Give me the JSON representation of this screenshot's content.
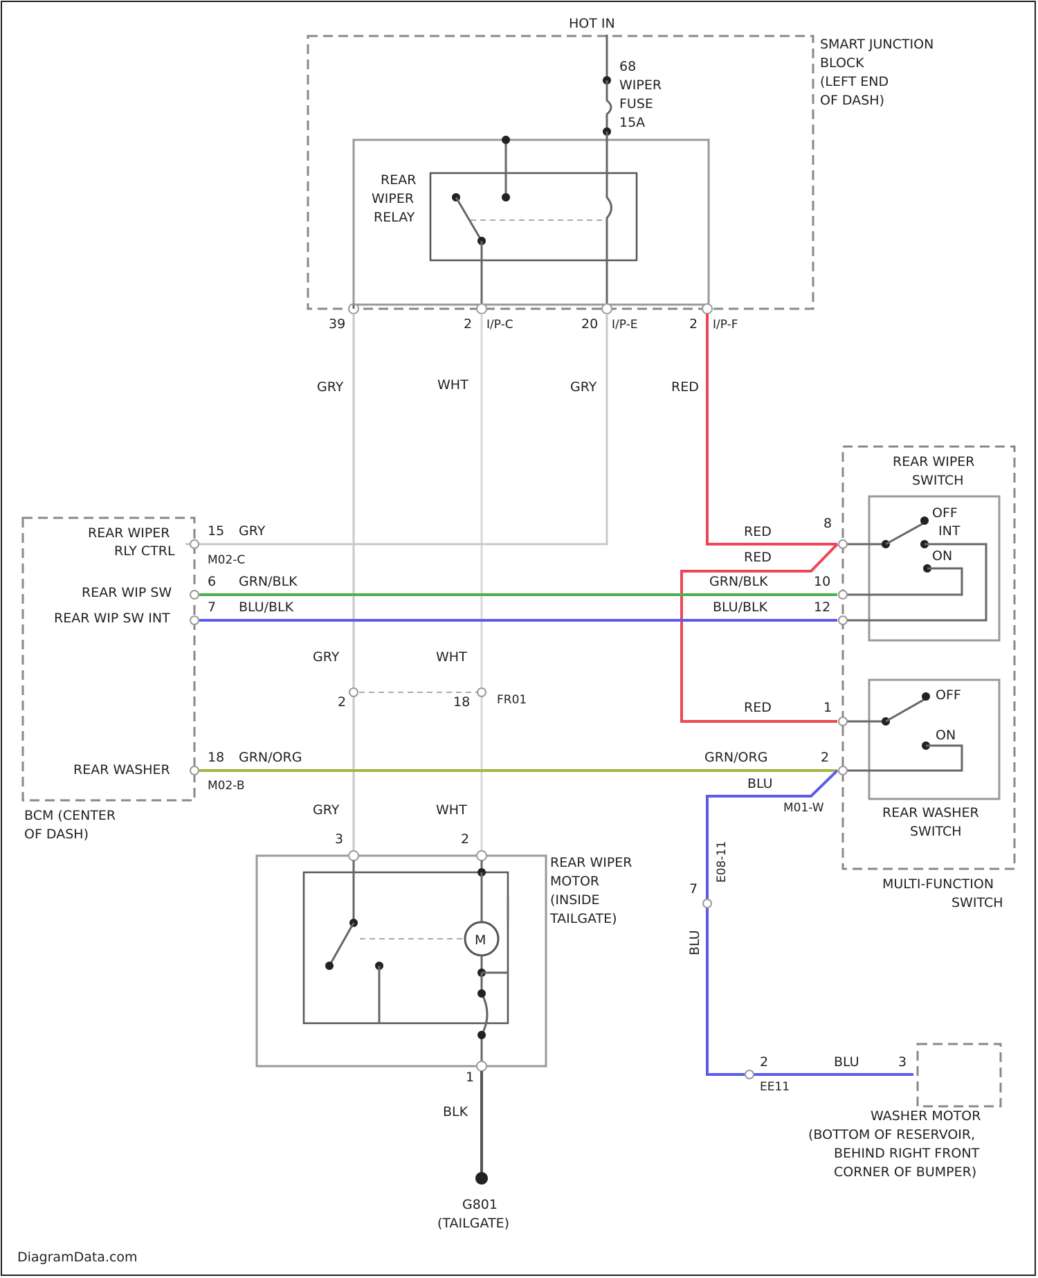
{
  "power": {
    "hot_in": "HOT IN"
  },
  "sjb": {
    "title": [
      "SMART JUNCTION",
      "BLOCK",
      "(LEFT END",
      "OF DASH)"
    ],
    "fuse": [
      "68",
      "WIPER",
      "FUSE",
      "15A"
    ],
    "relay": [
      "REAR",
      "WIPER",
      "RELAY"
    ],
    "pins": [
      {
        "num": "39",
        "conn": ""
      },
      {
        "num": "2",
        "conn": "I/P-C"
      },
      {
        "num": "20",
        "conn": "I/P-E"
      },
      {
        "num": "2",
        "conn": "I/P-F"
      }
    ],
    "wire_colors": [
      "GRY",
      "WHT",
      "GRY",
      "RED"
    ]
  },
  "bcm": {
    "title": [
      "BCM (CENTER",
      "OF DASH)"
    ],
    "rows": [
      {
        "label": [
          "REAR WIPER",
          "RLY CTRL"
        ],
        "pin": "15",
        "wire": "GRY",
        "conn": "M02-C"
      },
      {
        "label": [
          "REAR WIP SW"
        ],
        "pin": "6",
        "wire": "GRN/BLK",
        "conn": ""
      },
      {
        "label": [
          "REAR WIP SW INT"
        ],
        "pin": "7",
        "wire": "BLU/BLK",
        "conn": ""
      },
      {
        "label": [
          "REAR WASHER"
        ],
        "pin": "18",
        "wire": "GRN/ORG",
        "conn": "M02-B"
      }
    ]
  },
  "mfs": {
    "title": [
      "MULTI-FUNCTION",
      "SWITCH"
    ],
    "wiper_switch": {
      "title": [
        "REAR WIPER",
        "SWITCH"
      ],
      "positions": [
        "OFF",
        "INT",
        "ON"
      ],
      "pins": [
        "8",
        "10",
        "12"
      ],
      "wires": [
        "RED",
        "RED",
        "GRN/BLK",
        "BLU/BLK"
      ]
    },
    "washer_switch": {
      "title": [
        "REAR WASHER",
        "SWITCH"
      ],
      "positions": [
        "OFF",
        "ON"
      ],
      "pins": [
        "1",
        "2"
      ],
      "wires": [
        "RED",
        "GRN/ORG",
        "BLU"
      ]
    },
    "conn": "M01-W"
  },
  "inline": {
    "pins": [
      "2",
      "18"
    ],
    "conn": "FR01",
    "wires": [
      "GRY",
      "WHT",
      "GRY",
      "WHT"
    ]
  },
  "motor": {
    "title": [
      "REAR WIPER",
      "MOTOR",
      "(INSIDE",
      "TAILGATE)"
    ],
    "pins": [
      "3",
      "2",
      "1"
    ],
    "symbol": "M",
    "wire_ground": "BLK"
  },
  "ground": {
    "title": [
      "G801",
      "(TAILGATE)"
    ]
  },
  "washer": {
    "title": [
      "WASHER MOTOR",
      "(BOTTOM OF RESERVOIR,",
      "BEHIND RIGHT FRONT",
      "CORNER OF BUMPER)"
    ],
    "conn_a": "E08-11",
    "conn_b": "EE11",
    "pins": [
      "7",
      "2",
      "3"
    ],
    "wires": [
      "BLU",
      "BLU"
    ]
  },
  "footer": "DiagramData.com"
}
